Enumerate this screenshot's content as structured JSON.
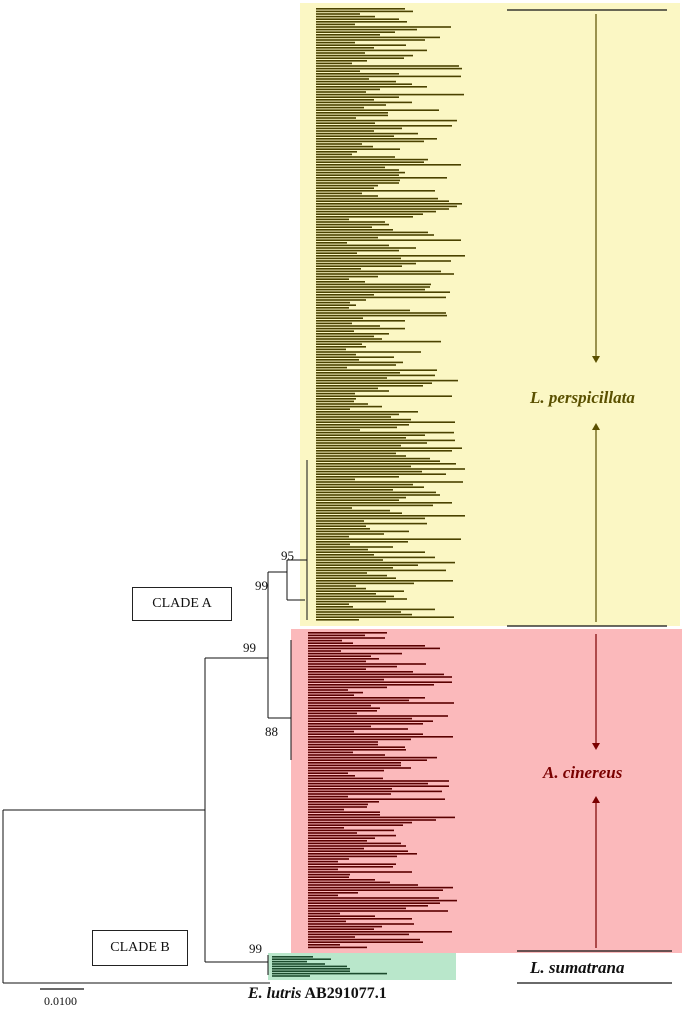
{
  "clades": [
    {
      "label": "CLADE A"
    },
    {
      "label": "CLADE B"
    }
  ],
  "bootstrap": [
    "95",
    "99",
    "99",
    "88",
    "99"
  ],
  "species": [
    {
      "name": "L. perspicillata",
      "color": "#5a5000",
      "fill": "#fbf7c4"
    },
    {
      "name": "A. cinereus",
      "color": "#7a0000",
      "fill": "#fbb9bb"
    },
    {
      "name": "L. sumatrana",
      "color": "#111111",
      "fill": "#b9e7cb"
    }
  ],
  "outgroup": {
    "species": "E. lutris",
    "accession": "AB291077.1"
  },
  "scale_bar": {
    "value": "0.0100"
  }
}
